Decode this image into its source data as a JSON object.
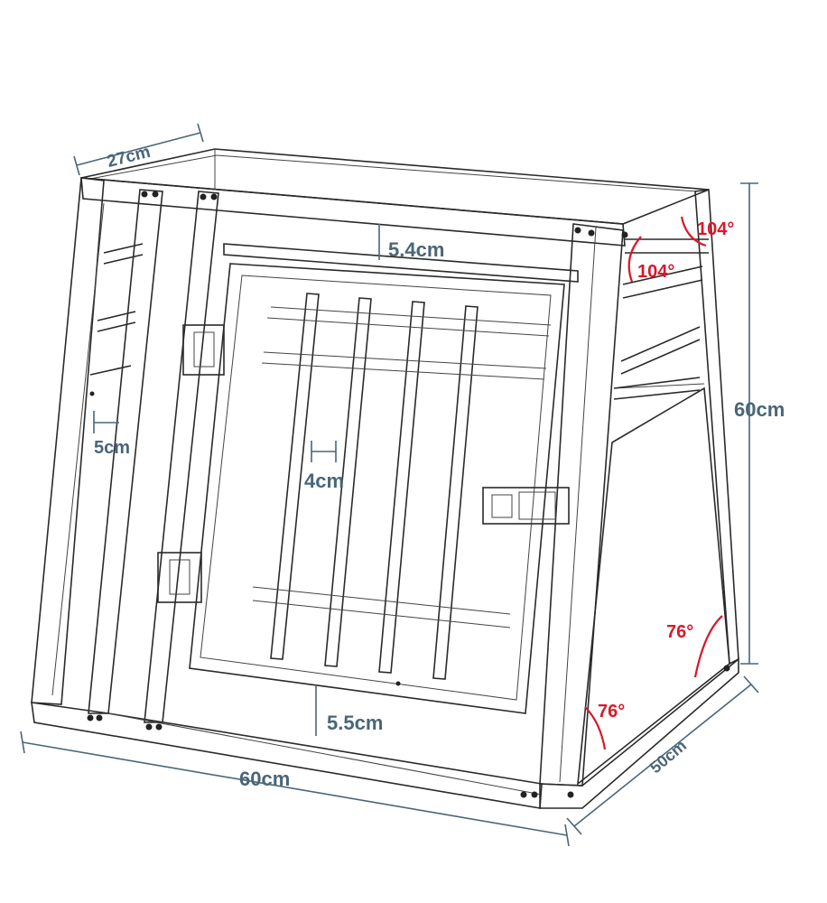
{
  "dimensions": {
    "top_depth": "27cm",
    "bar_gap_top": "5.4cm",
    "height": "60cm",
    "side_bar_gap": "5cm",
    "door_bar_gap": "4cm",
    "bottom_gap": "5.5cm",
    "width": "60cm",
    "bottom_depth": "50cm"
  },
  "angles": {
    "top_outer": "104°",
    "top_inner": "104°",
    "bottom_side": "76°",
    "bottom_front": "76°"
  },
  "colors": {
    "dimension": "#4a6678",
    "angle": "#d8182a",
    "line": "#2a2a2a"
  }
}
